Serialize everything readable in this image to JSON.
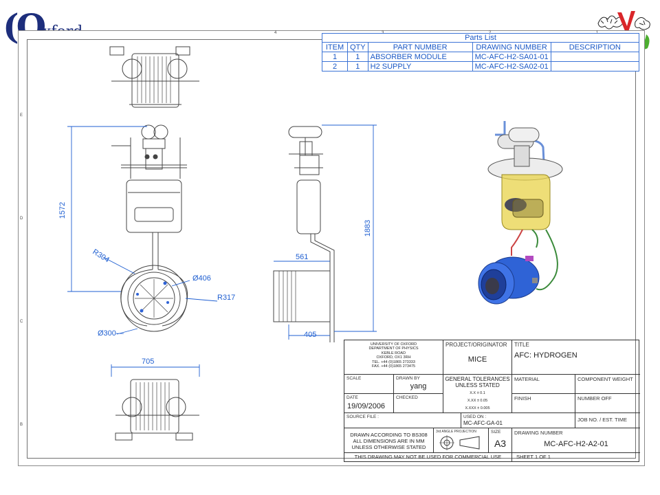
{
  "logo": {
    "left_letters": "O",
    "left_text": "xford"
  },
  "parts_list": {
    "title": "Parts List",
    "headers": [
      "ITEM",
      "QTY",
      "PART NUMBER",
      "DRAWING NUMBER",
      "DESCRIPTION"
    ],
    "rows": [
      [
        "1",
        "1",
        "ABSORBER MODULE",
        "MC-AFC-H2-SA01-01",
        ""
      ],
      [
        "2",
        "1",
        "H2 SUPPLY",
        "MC-AFC-H2-SA02-01",
        ""
      ]
    ]
  },
  "dimensions": {
    "height_front": "1572",
    "height_side": "1883",
    "radius_outer": "R304",
    "diameter_406": "Ø406",
    "radius_317": "R317",
    "diameter_300": "Ø300—",
    "width_561": "561",
    "width_405": "405",
    "width_705": "705"
  },
  "title_block": {
    "institution": [
      "UNIVERSITY OF OXFORD",
      "DEPARTMENT OF PHYSICS",
      "KEBLE ROAD",
      "OXFORD, OX1 3RH",
      "TEL. +44 (0)1865 273333",
      "FAX. +44 (0)1865 273475"
    ],
    "project_label": "PROJECT/ORIGINATOR",
    "project_value": "MICE",
    "title_label": "TITLE",
    "title_value": "AFC: HYDROGEN",
    "scale_label": "SCALE",
    "drawn_by_label": "DRAWN BY",
    "drawn_by_value": "yang",
    "general_tolerances": "GENERAL TOLERANCES",
    "unless_stated": "UNLESS STATED",
    "tol_1": "X.X  ± 0.1",
    "tol_2": "X.XX  ± 0.05",
    "tol_3": "X.XXX ± 0.005",
    "material_label": "MATERIAL",
    "component_weight_label": "COMPONENT WEIGHT",
    "date_label": "DATE",
    "date_value": "19/09/2006",
    "checked_label": "CHECKED",
    "finish_label": "FINISH",
    "number_off_label": "NUMBER OFF",
    "source_file_label": "SOURCE FILE :",
    "used_on_label": "USED ON :",
    "used_on_value": "MC-AFC-GA-01",
    "job_no_label": "JOB NO. / EST. TIME",
    "drawn_according": [
      "DRAWN ACCORDING TO BS308",
      "ALL DIMENSIONS ARE IN MM",
      "UNLESS OTHERWISE STATED"
    ],
    "projection_label": "3rd ANGLE PROJECTION",
    "size_label": "SIZE",
    "size_value": "A3",
    "drawing_number_label": "DRAWING NUMBER",
    "drawing_number_value": "MC-AFC-H2-A2-01",
    "commercial_note": "THIS DRAWING MAY NOT BE USED FOR COMMERCIAL USE",
    "sheet": "SHEET 1  OF 1"
  },
  "border_ticks": {
    "top": [
      "4",
      "3",
      "2",
      "1"
    ],
    "left": [
      "E",
      "D",
      "C",
      "B"
    ]
  },
  "colors": {
    "dimension": "#1f5fd1",
    "line": "#333333",
    "logo": "#1d2e7c",
    "module_blue": "#2f63d6",
    "vessel_yellow": "#e8d34a"
  }
}
